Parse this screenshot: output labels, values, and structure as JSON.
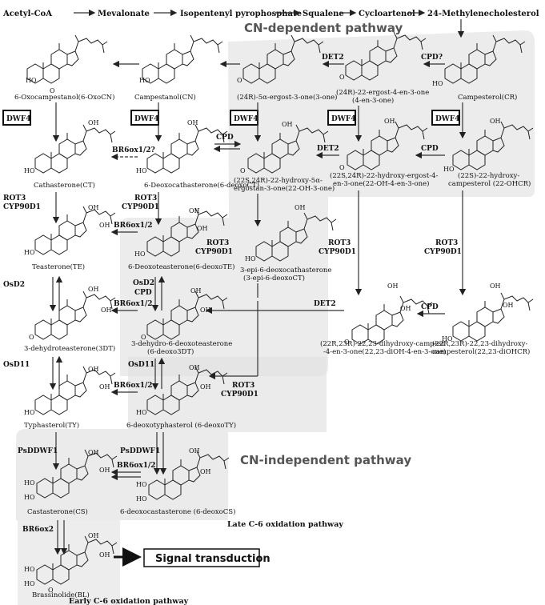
{
  "top_chain": [
    "Acetyl-CoA",
    "Mevalonate",
    "Isopentenyl pyrophosphate",
    "Squalene",
    "Cycloartenol",
    "24-Methylenecholesterol"
  ],
  "pathway_labels": {
    "cn_dependent": "CN-dependent pathway",
    "cn_independent": "CN-independent pathway",
    "late_c6": "Late C-6 oxidation pathway",
    "early_c6": "Early C-6 oxidation pathway"
  },
  "signal": "Signal transduction",
  "compounds": {
    "oxocn": "6-Oxocampestanol(6-OxoCN)",
    "cn": "Campestanol(CN)",
    "ergost3one": "(24R)-5α-ergost-3-one(3-one)",
    "ergost4en": [
      "(24R)-22-ergost-4-en-3-one",
      "(4-en-3-one)"
    ],
    "cr": "Campesterol(CR)",
    "ct": "Cathasterone(CT)",
    "deoxoct": "6-Deoxocathasterone(6-deoxoCT)",
    "oh3one": [
      "(22S,24R)-22-hydroxy-5α-",
      "ergostan-3-one(22-OH-3-one)"
    ],
    "oh4en": [
      "(22S,24R)-22-hydroxy-ergost-4-",
      "en-3-one(22-OH-4-en-3-one)"
    ],
    "ohcr": [
      "(22S)-22-hydroxy-",
      "campesterol (22-OHCR)"
    ],
    "te": "Teasterone(TE)",
    "deoxote": "6-Deoxoteasterone(6-deoxoTE)",
    "epict": [
      "3-epi-6-deoxocathasterone",
      "(3-epi-6-deoxoCT)"
    ],
    "dt3": "3-dehydroteasterone(3DT)",
    "deoxo3dt": [
      "3-dehydro-6-deoxoteasterone",
      "(6-deoxo3DT)"
    ],
    "dioh4en": [
      "(22R,23R)-22,23-dihydroxy-campest",
      "-4-en-3-one(22,23-diOH-4-en-3-one)"
    ],
    "diohcr": [
      "(22R,23R)-22,23-dihydroxy-",
      "campesterol(22,23-diOHCR)"
    ],
    "ty": "Typhasterol(TY)",
    "deoxoty": "6-deoxotyphasterol (6-deoxoTY)",
    "cs": "Castasterone(CS)",
    "deoxocs": "6-deoxocastasterone (6-deoxoCS)",
    "bl": "Brassinolide(BL)"
  },
  "enzymes": {
    "cpd_q": "CPD?",
    "det2": "DET2",
    "dwf4": "DWF4",
    "cpd": "CPD",
    "br6ox12q": "BR6ox1/2?",
    "rot3": "ROT3",
    "cyp90d1": "CYP90D1",
    "br6ox12": "BR6ox1/2",
    "osd2": "OsD2",
    "osd11": "OsD11",
    "psddwf1": "PsDDWF1",
    "br6ox2": "BR6ox2"
  }
}
